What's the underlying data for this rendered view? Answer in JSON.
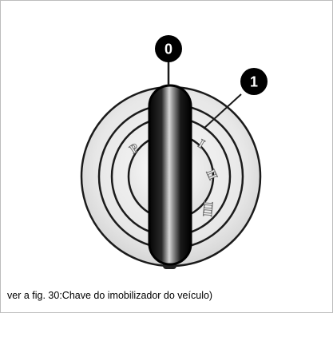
{
  "figure": {
    "markers": {
      "zero": "0",
      "one": "1"
    },
    "positions": {
      "p": "P",
      "i": "I",
      "ii": "II",
      "iii": "III"
    },
    "caption": "ver a fig. 30:Chave do imobilizador do veículo)"
  }
}
